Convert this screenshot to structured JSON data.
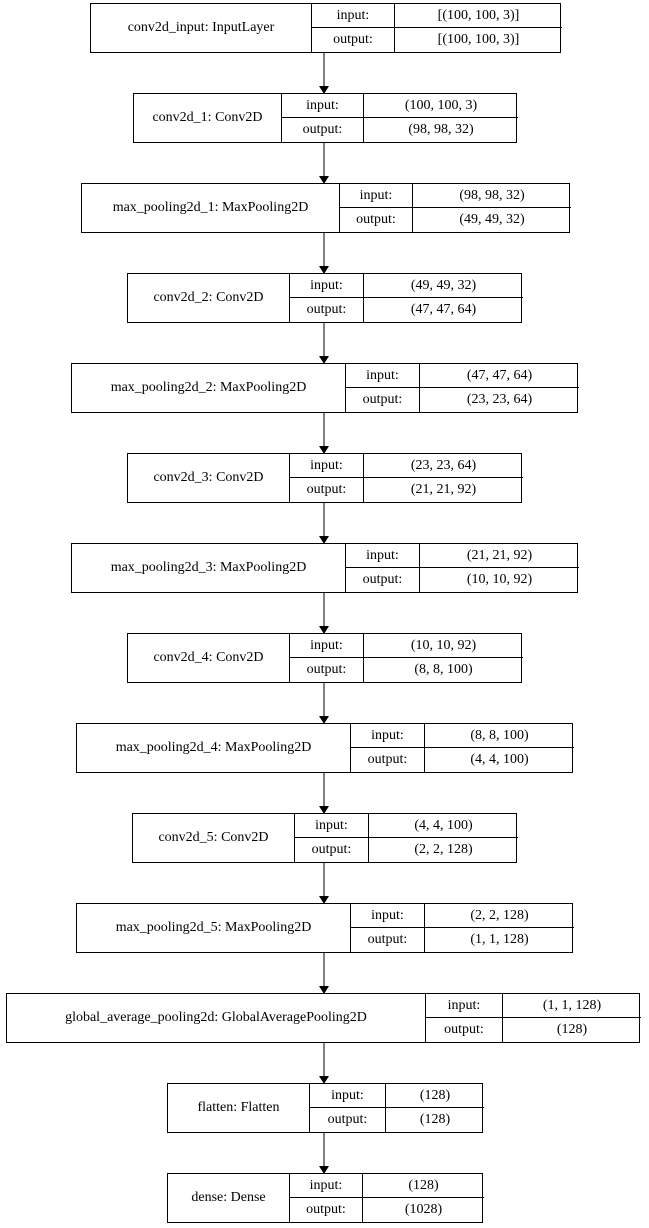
{
  "labels": {
    "input": "input:",
    "output": "output:"
  },
  "layers": [
    {
      "name": "conv2d_input: InputLayer",
      "input": "[(100, 100, 3)]",
      "output": "[(100, 100, 3)]"
    },
    {
      "name": "conv2d_1: Conv2D",
      "input": "(100, 100, 3)",
      "output": "(98, 98, 32)"
    },
    {
      "name": "max_pooling2d_1: MaxPooling2D",
      "input": "(98, 98, 32)",
      "output": "(49, 49, 32)"
    },
    {
      "name": "conv2d_2: Conv2D",
      "input": "(49, 49, 32)",
      "output": "(47, 47, 64)"
    },
    {
      "name": "max_pooling2d_2: MaxPooling2D",
      "input": "(47, 47, 64)",
      "output": "(23, 23, 64)"
    },
    {
      "name": "conv2d_3: Conv2D",
      "input": "(23, 23, 64)",
      "output": "(21, 21, 92)"
    },
    {
      "name": "max_pooling2d_3: MaxPooling2D",
      "input": "(21, 21, 92)",
      "output": "(10, 10, 92)"
    },
    {
      "name": "conv2d_4: Conv2D",
      "input": "(10, 10, 92)",
      "output": "(8, 8, 100)"
    },
    {
      "name": "max_pooling2d_4: MaxPooling2D",
      "input": "(8, 8, 100)",
      "output": "(4, 4, 100)"
    },
    {
      "name": "conv2d_5: Conv2D",
      "input": "(4, 4, 100)",
      "output": "(2, 2, 128)"
    },
    {
      "name": "max_pooling2d_5: MaxPooling2D",
      "input": "(2, 2, 128)",
      "output": "(1, 1, 128)"
    },
    {
      "name": "global_average_pooling2d: GlobalAveragePooling2D",
      "input": "(1, 1, 128)",
      "output": "(128)"
    },
    {
      "name": "flatten: Flatten",
      "input": "(128)",
      "output": "(128)"
    },
    {
      "name": "dense: Dense",
      "input": "(128)",
      "output": "(1028)"
    }
  ]
}
